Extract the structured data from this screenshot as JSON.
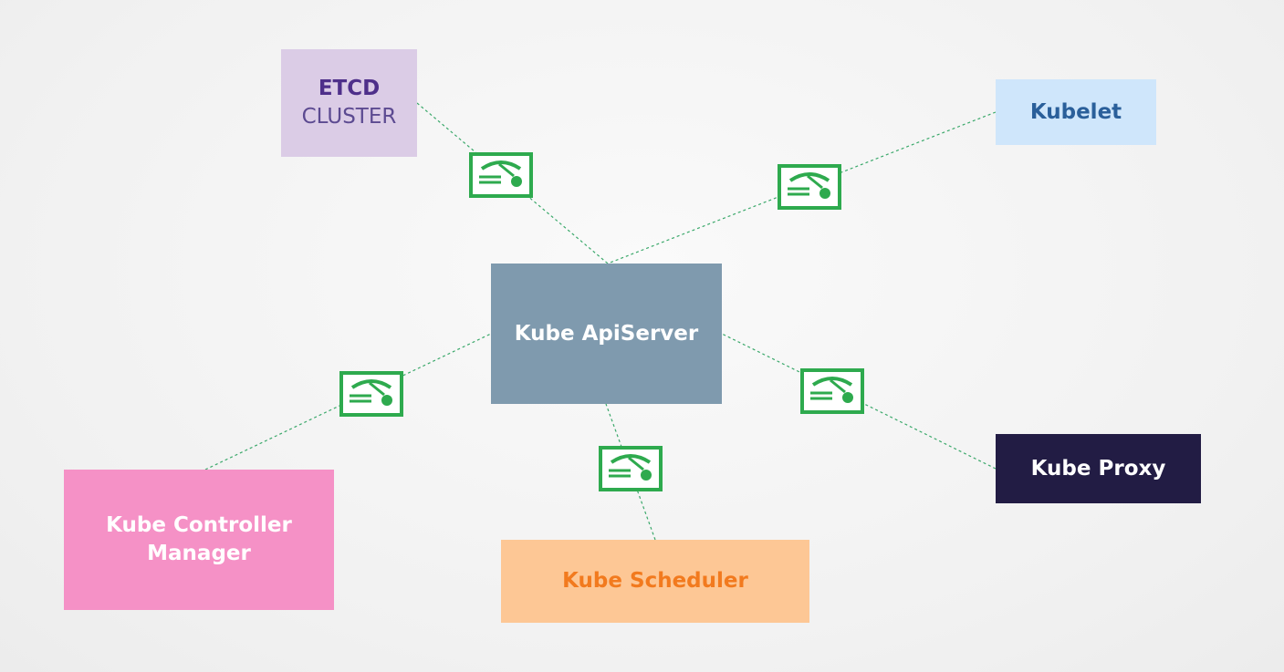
{
  "diagram": {
    "etcd": {
      "title": "ETCD",
      "subtitle": "CLUSTER"
    },
    "kubelet": {
      "label": "Kubelet"
    },
    "apiserver": {
      "label": "Kube ApiServer"
    },
    "proxy": {
      "label": "Kube Proxy"
    },
    "controller": {
      "line1": "Kube Controller",
      "line2": "Manager"
    },
    "scheduler": {
      "label": "Kube Scheduler"
    }
  },
  "colors": {
    "connector": "#2ba35a",
    "certificate": "#2eaa4e"
  },
  "icons": [
    "certificate-icon"
  ]
}
